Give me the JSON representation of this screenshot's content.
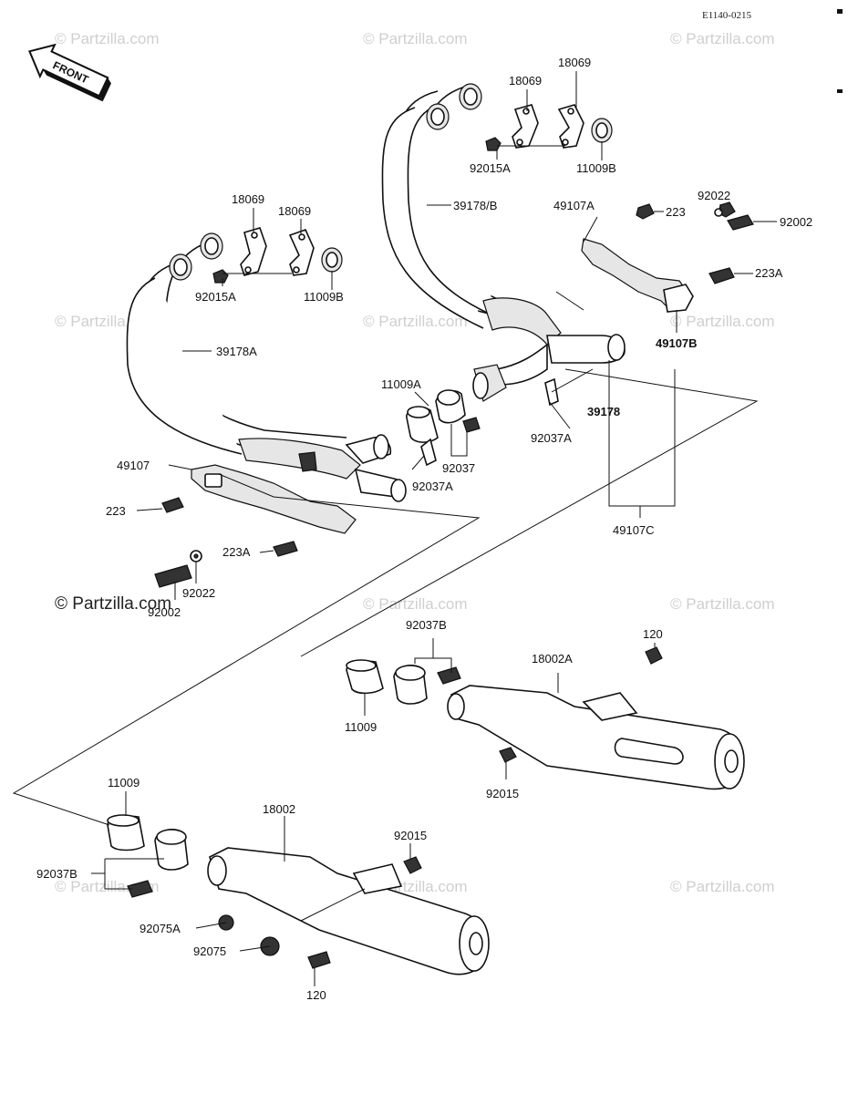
{
  "diagram_code": "E1140-0215",
  "front_label": "FRONT",
  "watermark": "© Partzilla.com",
  "watermark_main": "© Partzilla.com",
  "labels": {
    "p18069_ul": "18069",
    "p18069_ur": "18069",
    "p92015A_u": "92015A",
    "p11009B_u": "11009B",
    "p18069_ll": "18069",
    "p18069_lr": "18069",
    "p92015A_l": "92015A",
    "p11009B_l": "11009B",
    "p39178B": "39178/B",
    "p49107A": "49107A",
    "p223_r": "223",
    "p92022_r": "92022",
    "p92002_r": "92002",
    "p223A_r": "223A",
    "p49107B": "49107B",
    "p39178A": "39178A",
    "p11009A": "11009A",
    "p39178": "39178",
    "p92037A_r": "92037A",
    "p92037": "92037",
    "p92037A_l": "92037A",
    "p49107": "49107",
    "p223_l": "223",
    "p223A_l": "223A",
    "p92022_l": "92022",
    "p92002_l": "92002",
    "p49107C": "49107C",
    "p92037B_u": "92037B",
    "p120_u": "120",
    "p18002A": "18002A",
    "p11009_u": "11009",
    "p92015_u": "92015",
    "p11009_l": "11009",
    "p18002": "18002",
    "p92015_l": "92015",
    "p92037B_l": "92037B",
    "p92075A": "92075A",
    "p92075": "92075",
    "p120_l": "120"
  }
}
